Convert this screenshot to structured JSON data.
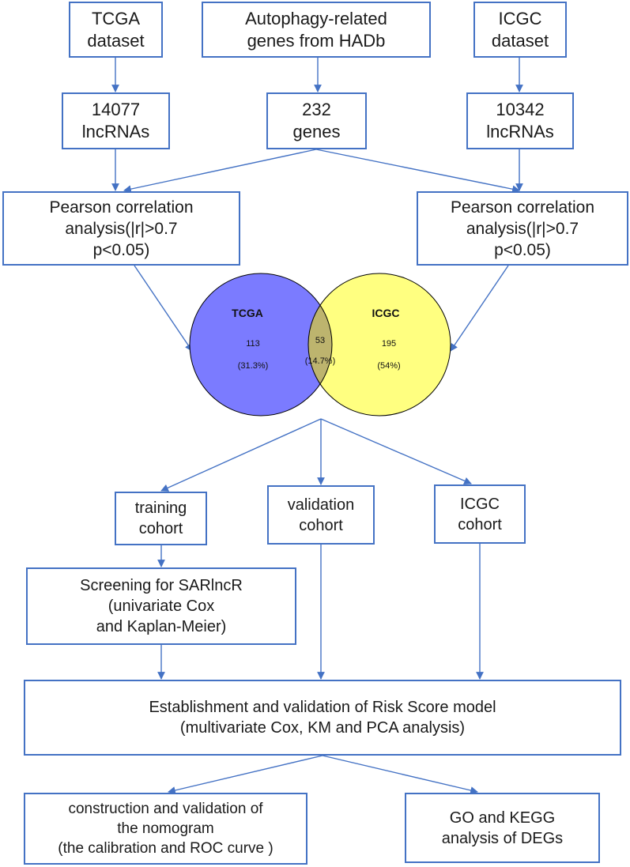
{
  "boxes": {
    "tcga_dataset": [
      "TCGA",
      "dataset"
    ],
    "autophagy_genes": [
      "Autophagy-related",
      "genes from HADb"
    ],
    "icgc_dataset": [
      "ICGC",
      "dataset"
    ],
    "tcga_lncrnas": [
      "14077",
      "lncRNAs"
    ],
    "genes_232": [
      "232",
      "genes"
    ],
    "icgc_lncrnas": [
      "10342",
      "lncRNAs"
    ],
    "pearson_left": [
      "Pearson correlation",
      "analysis(|r|>0.7",
      "p<0.05)"
    ],
    "pearson_right": [
      "Pearson correlation",
      "analysis(|r|>0.7",
      "p<0.05)"
    ],
    "training_cohort": [
      "training",
      "cohort"
    ],
    "validation_cohort": [
      "validation",
      "cohort"
    ],
    "icgc_cohort": [
      "ICGC",
      "cohort"
    ],
    "screening": [
      "Screening for SARlncR",
      "(univariate Cox",
      "and Kaplan-Meier)"
    ],
    "risk_score": [
      "Establishment and validation of Risk Score model",
      "(multivariate Cox, KM and PCA analysis)"
    ],
    "nomogram": [
      "construction and  validation of",
      "the nomogram",
      "(the calibration and ROC curve )"
    ],
    "go_kegg": [
      "GO and KEGG",
      "analysis of DEGs"
    ]
  },
  "venn": {
    "left": {
      "label": "TCGA",
      "count": "113",
      "percent": "(31.3%)",
      "color": "#7b7bff"
    },
    "right": {
      "label": "ICGC",
      "count": "195",
      "percent": "(54%)",
      "color": "#ffff80"
    },
    "overlap": {
      "count": "53",
      "percent": "(14.7%)",
      "color": "#bdb46e"
    }
  },
  "colors": {
    "box_border": "#4472c4",
    "arrow": "#4472c4",
    "circle_outline": "#000000"
  }
}
